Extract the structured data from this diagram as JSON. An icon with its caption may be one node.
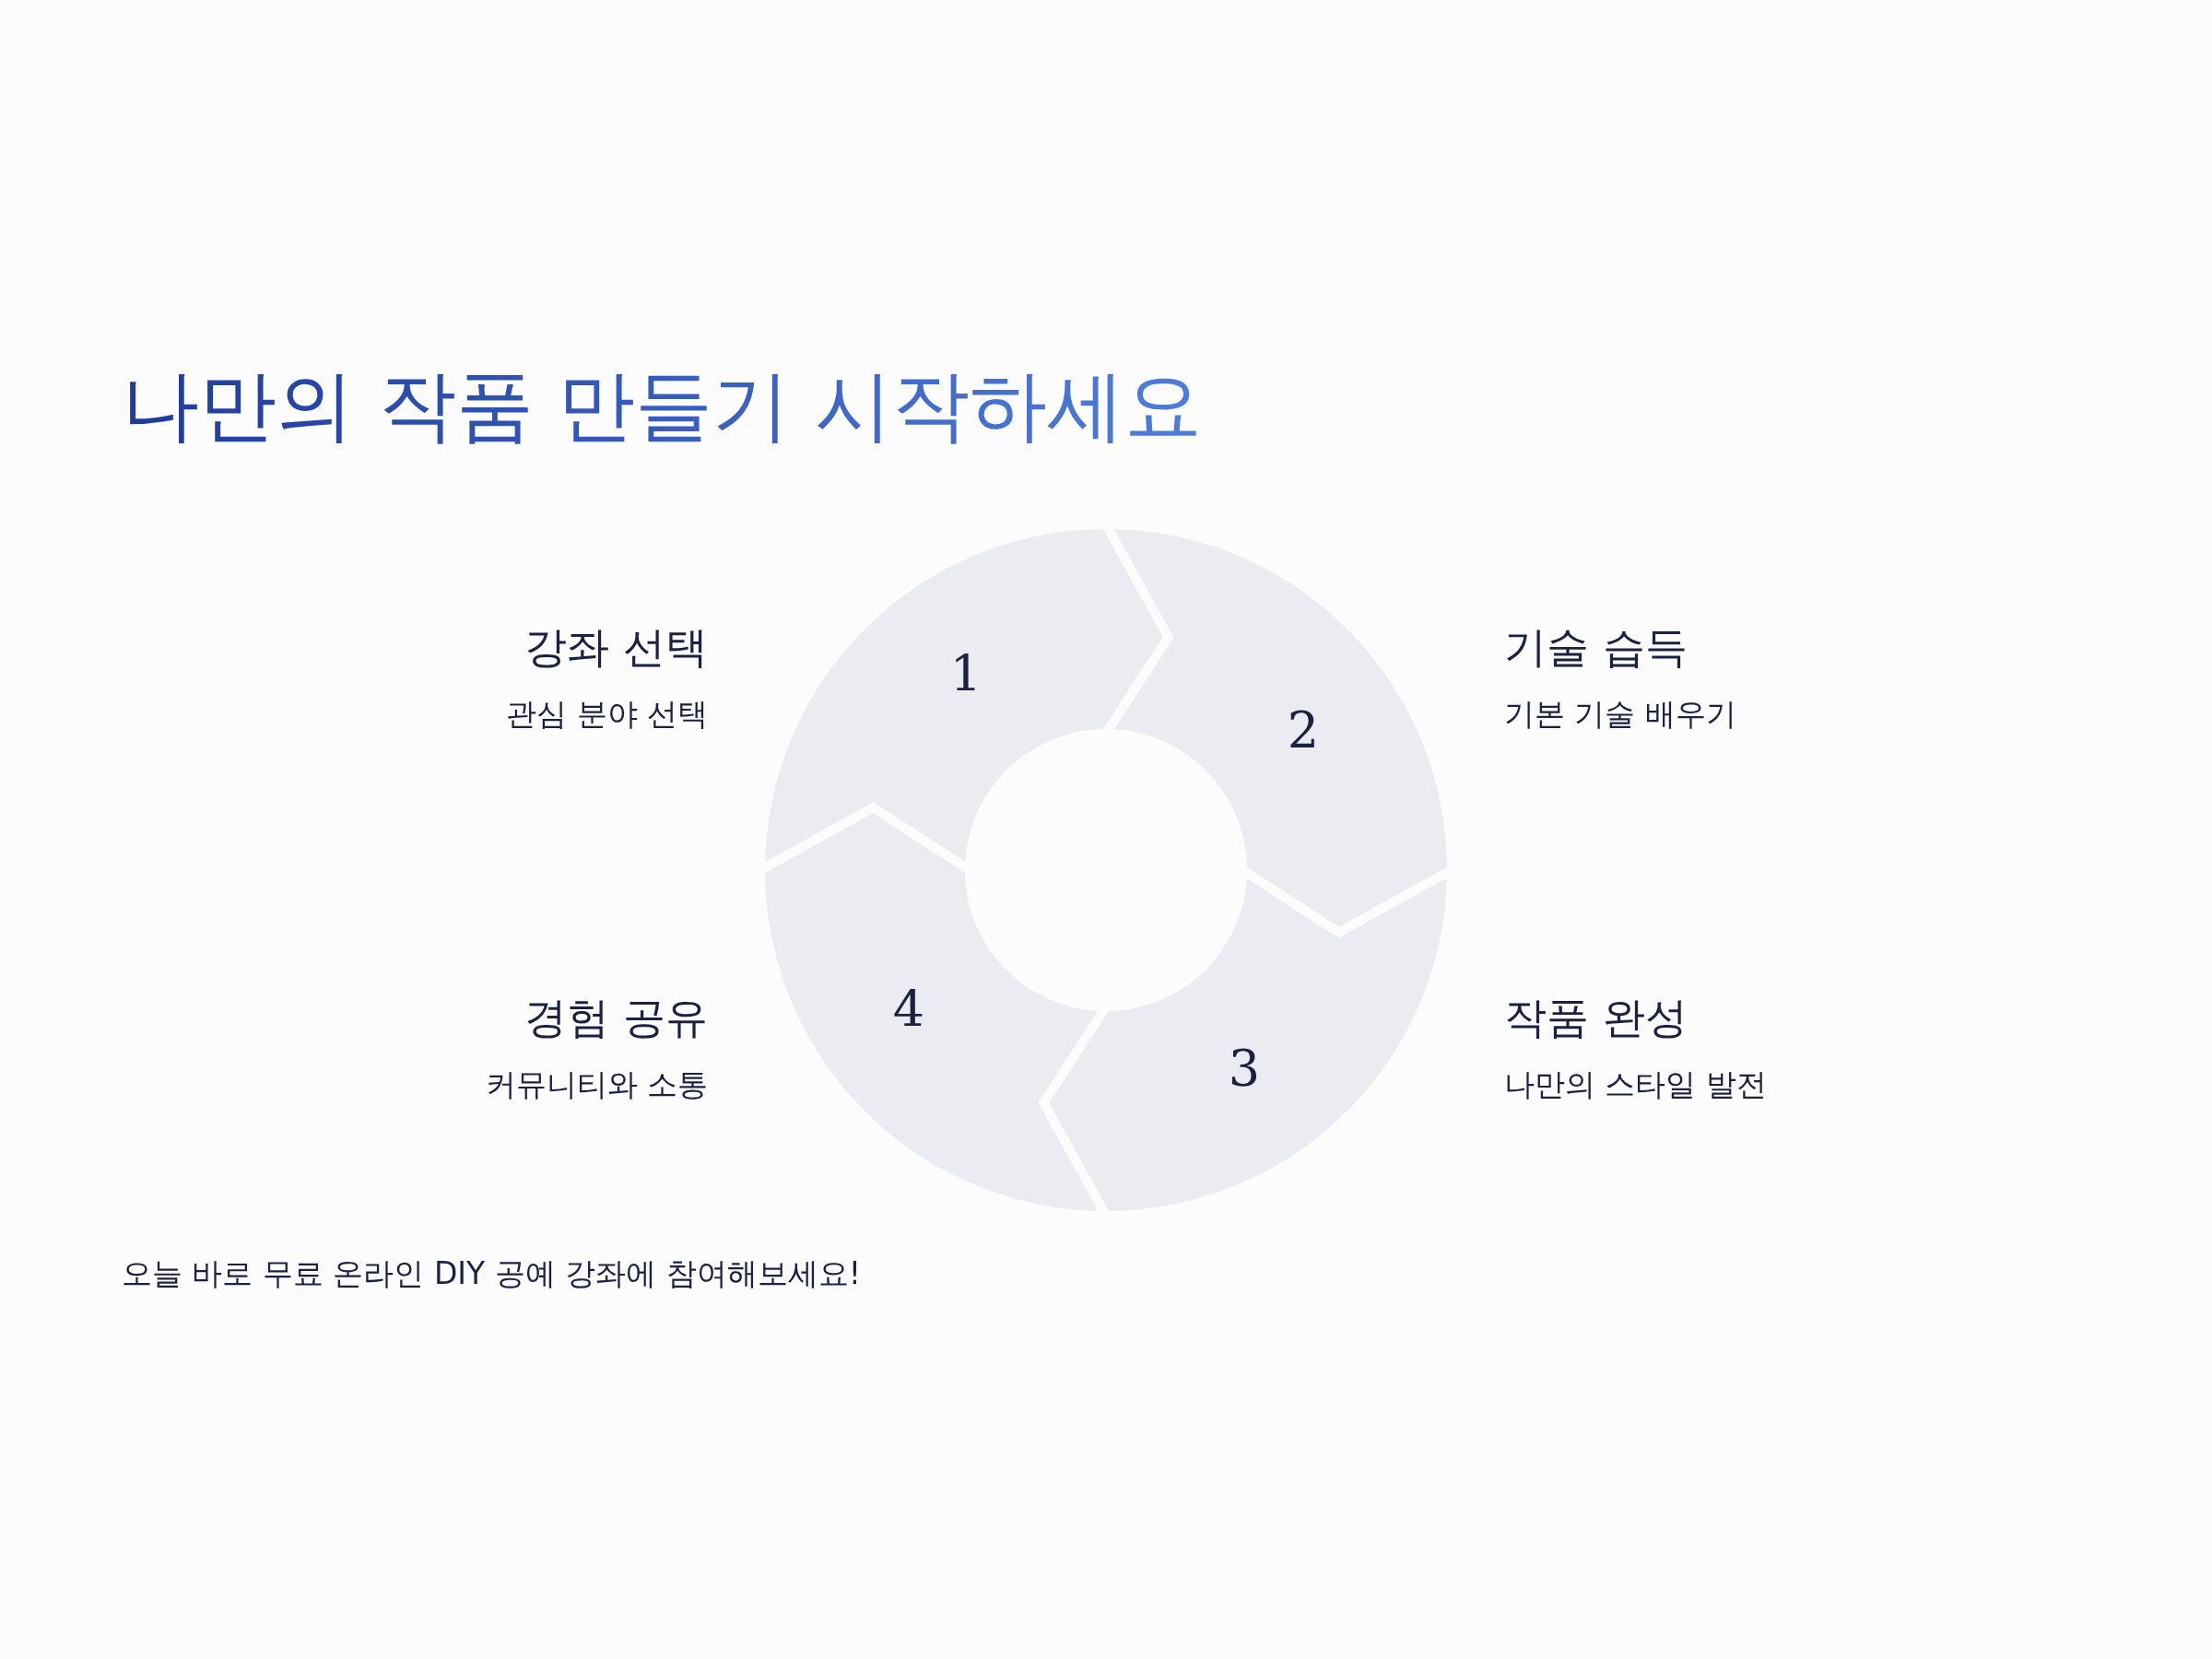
{
  "diagram": {
    "title": "나만의 작품 만들기 시작하세요",
    "nodes": [
      {
        "text": [
          "1"
        ],
        "beside": [
          "강좌 선택",
          "관심 분야 선택"
        ]
      },
      {
        "text": [
          "2"
        ],
        "beside": [
          "기술 습득",
          "기본 기술 배우기"
        ]
      },
      {
        "text": [
          "3"
        ],
        "beside": [
          "작품 완성",
          "나만의 스타일 발전"
        ]
      },
      {
        "text": [
          "4"
        ],
        "beside": [
          "경험 공유",
          "커뮤니티와 소통"
        ]
      }
    ],
    "labels": [
      "오늘 바로 무료 온라인 DIY 공예 강좌에 참여해보세요!"
    ]
  }
}
